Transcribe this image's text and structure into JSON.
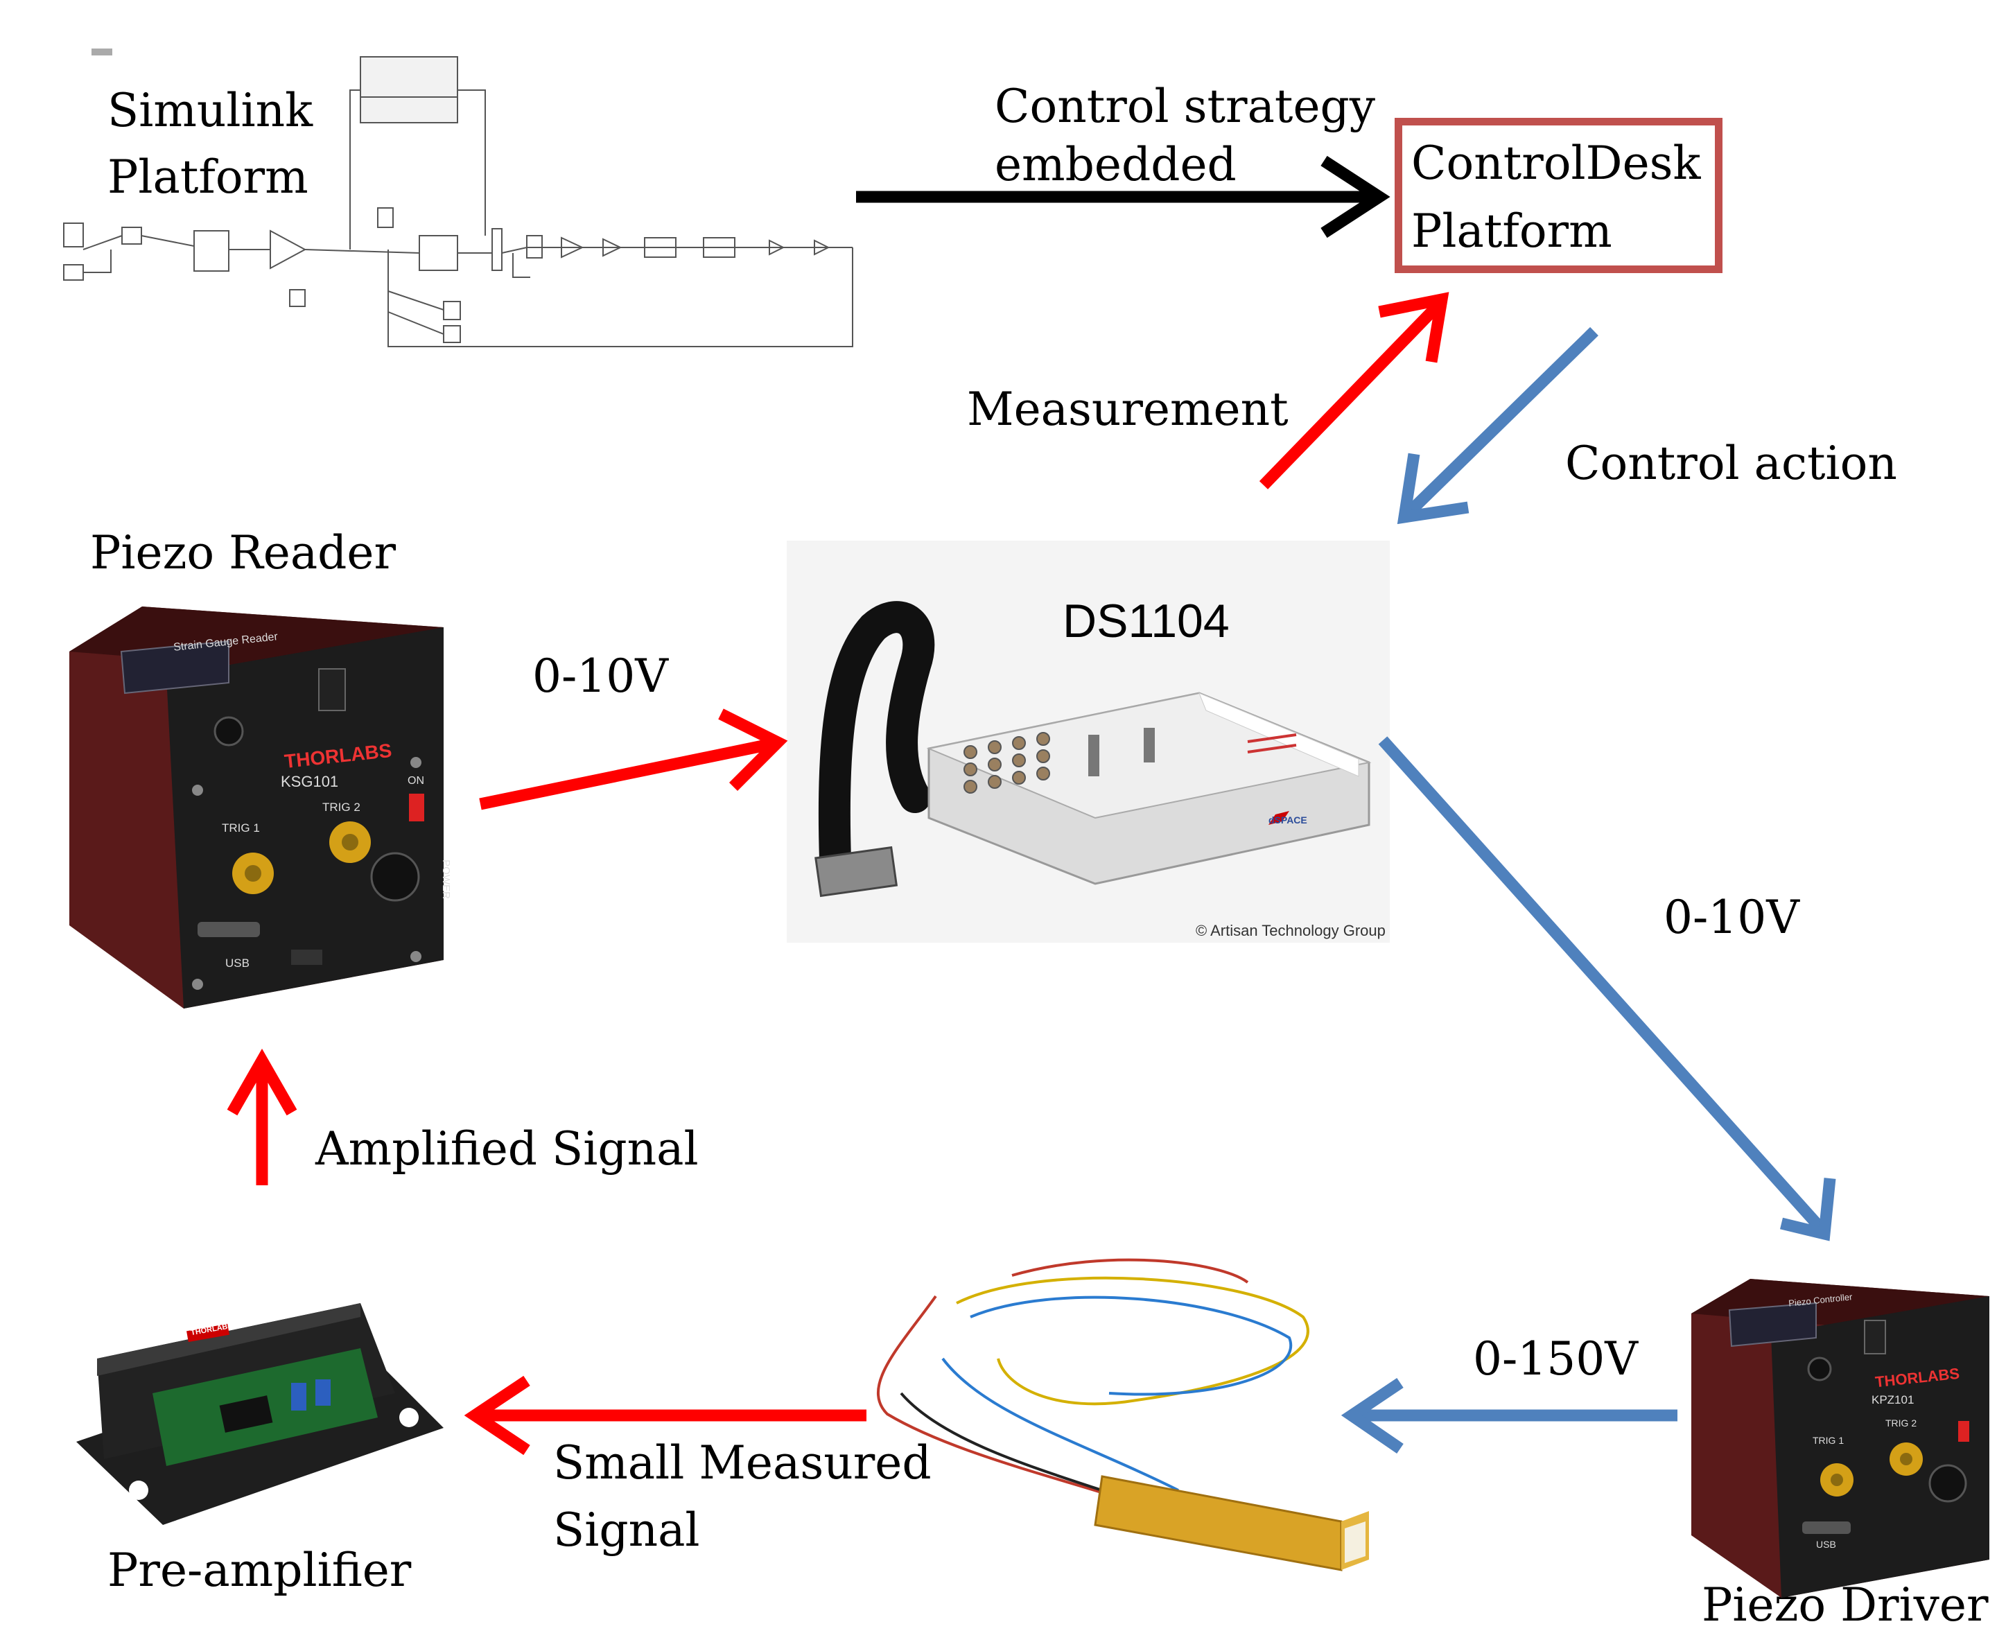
{
  "nodes": {
    "simulink": {
      "line1": "Simulink",
      "line2": "Platform"
    },
    "controldesk": {
      "line1": "ControlDesk",
      "line2": "Platform"
    },
    "ds1104": {
      "title": "DS1104",
      "credit": "© Artisan Technology Group",
      "brand": "dSPACE"
    },
    "piezo_reader": {
      "label": "Piezo Reader",
      "panel_title": "Strain Gauge Reader",
      "model": "KSG101",
      "brand": "THORLABS",
      "trig1": "TRIG 1",
      "trig2": "TRIG 2",
      "on": "ON",
      "usb": "USB",
      "power": "POWER"
    },
    "piezo_driver": {
      "label": "Piezo Driver",
      "panel_title": "Piezo Controller",
      "model": "KPZ101",
      "brand": "THORLABS",
      "trig1": "TRIG 1",
      "trig2": "TRIG 2",
      "usb": "USB"
    },
    "pre_amplifier": {
      "label": "Pre-amplifier",
      "brand": "THORLABS"
    }
  },
  "edges": {
    "control_strategy": {
      "line1": "Control strategy",
      "line2": "embedded"
    },
    "measurement": "Measurement",
    "control_action": "Control action",
    "reader_to_ds": "0-10V",
    "ds_to_driver": "0-10V",
    "driver_to_piezo": "0-150V",
    "amplified_signal": "Amplified Signal",
    "small_measured": {
      "line1": "Small Measured",
      "line2": "Signal"
    }
  },
  "colors": {
    "red_arrow": "#ff0000",
    "blue_arrow": "#4f81bd",
    "black_arrow": "#000000",
    "box_border": "#c0504d",
    "device_body": "#5a1a1a",
    "panel": "#1c1c1c",
    "gold": "#d4a017"
  }
}
